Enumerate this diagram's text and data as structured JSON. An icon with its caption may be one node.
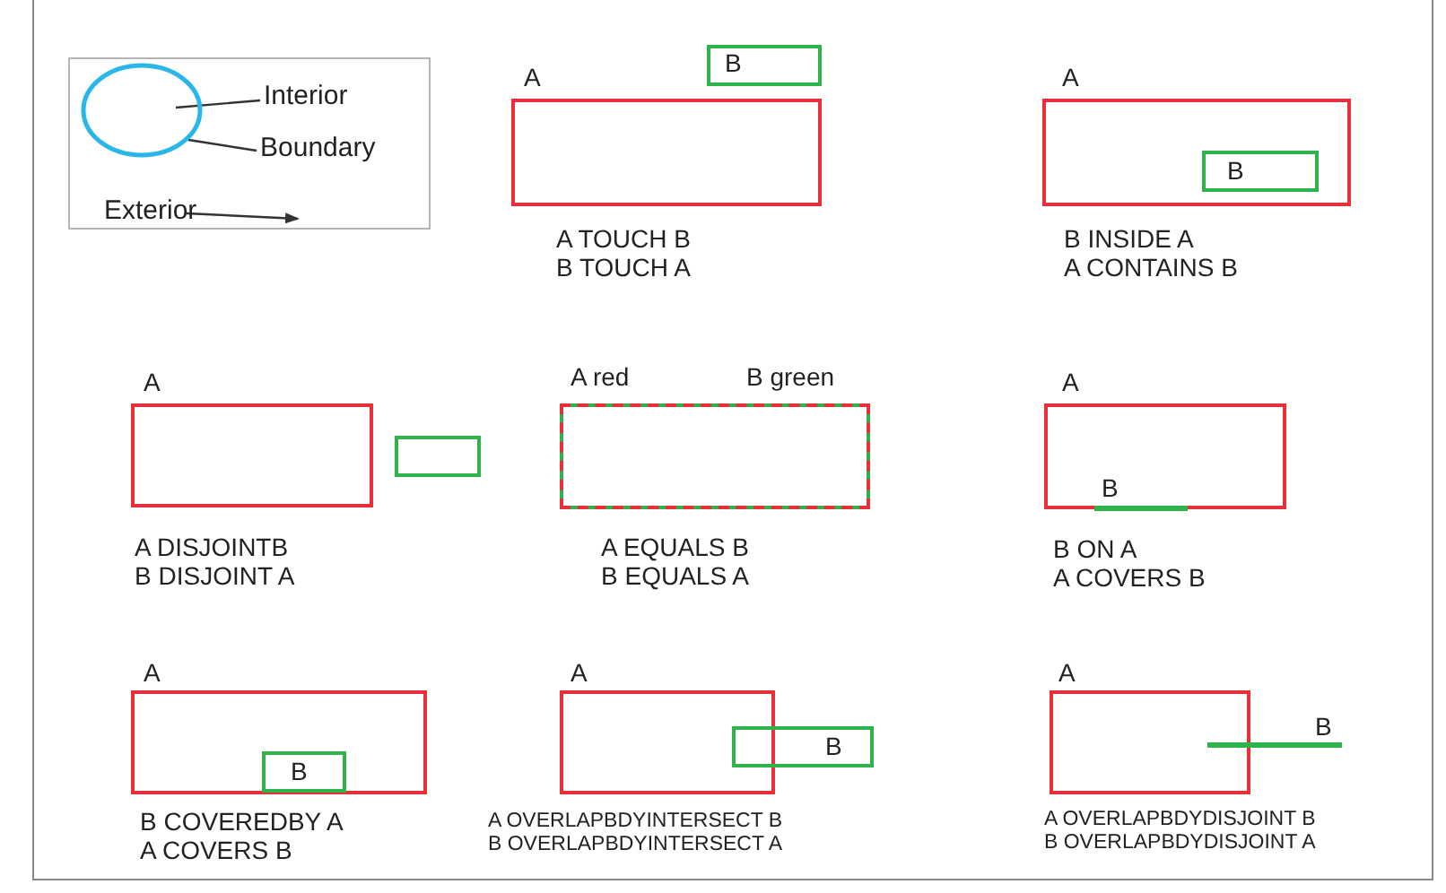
{
  "diagram": {
    "nodes": [
      {
        "text": [],
        "shape": "box"
      },
      {
        "text": [],
        "shape": "circle",
        "in": 0
      },
      {
        "text": [
          "Interior"
        ],
        "in": 0
      },
      {
        "text": [
          "Boundary"
        ],
        "in": 0
      },
      {
        "text": [
          "Exterior"
        ],
        "in": 0
      },
      {
        "text": [
          "A"
        ]
      },
      {
        "text": [
          "B"
        ]
      },
      {
        "text": [
          "A"
        ]
      },
      {
        "text": [
          "B"
        ],
        "in": 7
      },
      {
        "text": [
          "A"
        ]
      },
      {
        "text": [],
        "shape": "box"
      },
      {
        "text": [
          "A red"
        ]
      },
      {
        "text": [
          "B green"
        ]
      },
      {
        "text": [
          "A"
        ]
      },
      {
        "text": [
          "B"
        ],
        "in": 13
      },
      {
        "text": [
          "A"
        ]
      },
      {
        "text": [
          "B"
        ],
        "in": 15
      },
      {
        "text": [
          "A"
        ]
      },
      {
        "text": [
          "B"
        ]
      },
      {
        "text": [
          "A"
        ]
      },
      {
        "text": [
          "B"
        ]
      }
    ],
    "edges": [
      {
        "from": 2,
        "to": 1,
        "arrow": "none"
      },
      {
        "from": 3,
        "to": 1,
        "arrow": "none"
      },
      {
        "from": 4,
        "to": null,
        "arrow": "to"
      }
    ],
    "labels": [
      "A TOUCH B",
      "B TOUCH A",
      "B INSIDE A",
      "A CONTAINS B",
      "A DISJOINTB",
      "B DISJOINT A",
      "A EQUALS B",
      "B EQUALS A",
      "B ON A",
      "A COVERS B",
      "B COVEREDBY A",
      "A COVERS B",
      "A OVERLAPBDYINTERSECT B",
      "B OVERLAPBDYINTERSECT A",
      "A OVERLAPBDYDISJOINT B",
      "B OVERLAPBDYDISJOINT A"
    ]
  }
}
